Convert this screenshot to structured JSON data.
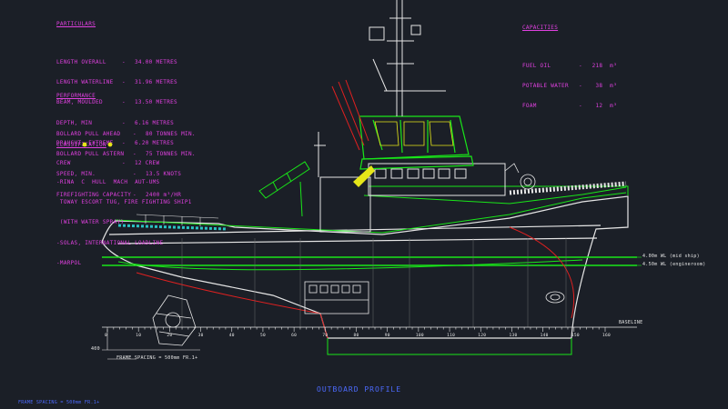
{
  "particulars": {
    "heading": "PARTICULARS",
    "rows": [
      {
        "label": "LENGTH OVERALL",
        "value": "34.00 METRES"
      },
      {
        "label": "LENGTH WATERLINE",
        "value": "31.96 METRES"
      },
      {
        "label": "BEAM, MOULDED",
        "value": "13.50 METRES"
      },
      {
        "label": "DEPTH, MIN",
        "value": "6.16 METRES"
      },
      {
        "label": "DRAUGHT, EXTREME",
        "value": "6.20 METRES"
      },
      {
        "label": "CREW",
        "value": "12 CREW"
      }
    ]
  },
  "performance": {
    "heading": "PERFORMANCE",
    "rows": [
      {
        "label": "BOLLARD PULL AHEAD",
        "value": "80 TONNES MIN."
      },
      {
        "label": "BOLLARD PULL ASTERN",
        "value": "75 TONNES MIN."
      },
      {
        "label": "SPEED, MIN.",
        "value": "13.5 KNOTS"
      },
      {
        "label": "FIREFIGHTING CAPACITY",
        "value": "2400 m³/HR"
      }
    ]
  },
  "classification": {
    "heading": "CLASSIFICATION",
    "lines": [
      "-RINA  C  HULL  MACH  AUT-UMS",
      " TOWAY ESCORT TUG, FIRE FIGHTING SHIP1",
      " (WITH WATER SPRAY)",
      "-SOLAS, INTERNATIONAL LOADLINE",
      "-MARPOL"
    ]
  },
  "capacities": {
    "heading": "CAPACITIES",
    "rows": [
      {
        "label": "FUEL OIL",
        "value": "218  m³"
      },
      {
        "label": "POTABLE WATER",
        "value": "38  m³"
      },
      {
        "label": "FOAM",
        "value": "12  m³"
      }
    ]
  },
  "annotations": {
    "waterline_1": "4.00m WL (mid ship)",
    "waterline_2": "4.50m WL (engineroom)",
    "baseline": "BASELINE",
    "frame_spacing": "FRAME SPACING = 500mm FR.1+",
    "dim_400": "400",
    "frame_numbers": [
      "0",
      "10",
      "20",
      "30",
      "40",
      "50",
      "60",
      "70",
      "80",
      "90",
      "100",
      "110",
      "120",
      "130",
      "140",
      "150",
      "160"
    ]
  },
  "title": "OUTBOARD PROFILE",
  "footer_note": "FRAME SPACING = 500mm FR.1+",
  "colors": {
    "background": "#1b1f27",
    "magenta": "#e040e0",
    "green": "#19e619",
    "white": "#e6e6e6",
    "red": "#e02020",
    "yellow": "#e6e619",
    "blue": "#4d6bff",
    "cyan": "#2ac4c4"
  }
}
